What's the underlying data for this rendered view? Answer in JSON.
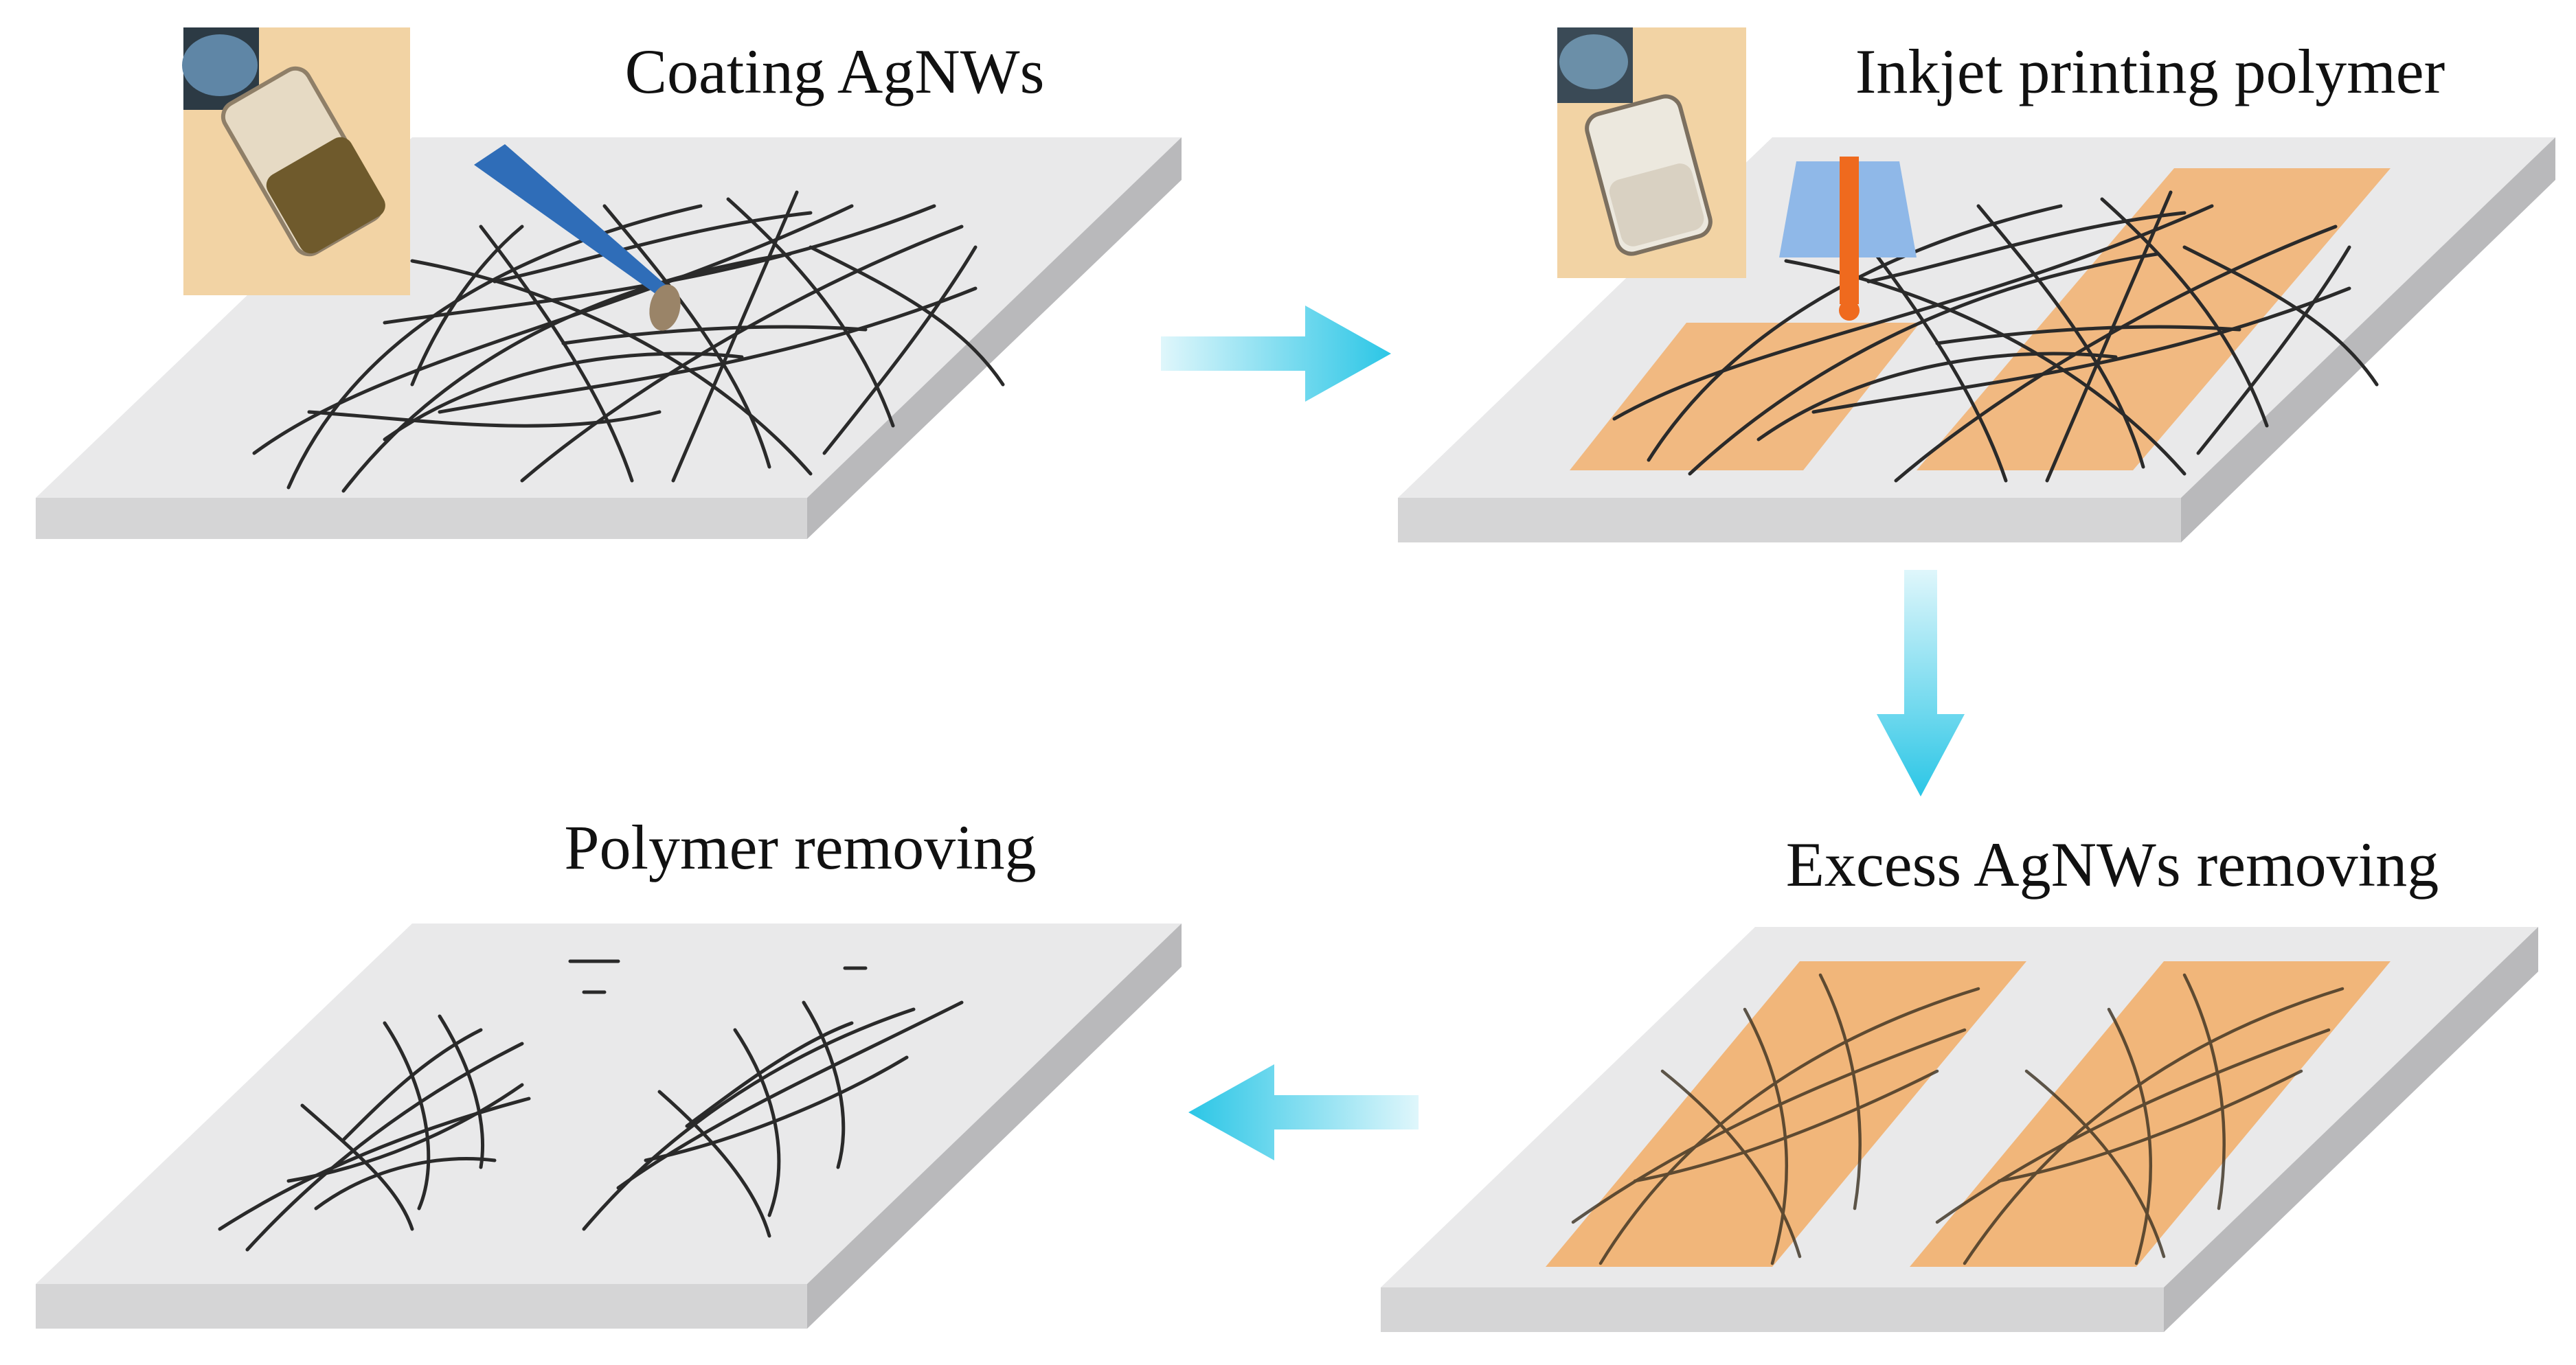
{
  "steps": [
    {
      "id": "coating",
      "label": "Coating AgNWs"
    },
    {
      "id": "inkjet",
      "label": "Inkjet printing polymer"
    },
    {
      "id": "excess",
      "label": "Excess AgNWs removing"
    },
    {
      "id": "polymer",
      "label": "Polymer removing"
    }
  ],
  "colors": {
    "substrate_top": "#e9e9ea",
    "substrate_front": "#d5d5d6",
    "substrate_side": "#b9b9bb",
    "nanowire": "#2a2a2a",
    "polymer": "#f2b06e",
    "arrow": "#2bc6e6",
    "nozzle": "#8fb8e8",
    "ink": "#ef6a1e",
    "pipette": "#2f6db8",
    "droplet": "#9a8468",
    "photo_bg": "#f2d3a4"
  },
  "icons": [
    "pipette-icon",
    "inkjet-nozzle-icon",
    "vial-photo-icon",
    "flow-arrow-icon"
  ]
}
